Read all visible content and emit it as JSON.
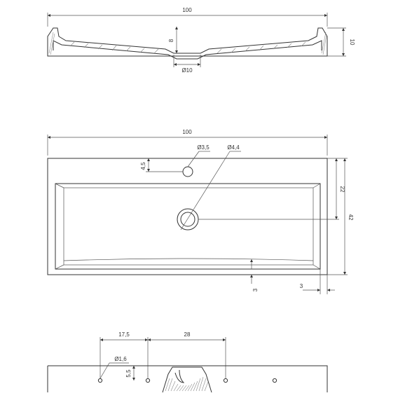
{
  "views": {
    "side_section": {
      "overall_width": "100",
      "drain_depth": "8",
      "height": "10",
      "drain_diameter": "Ø10"
    },
    "top_view": {
      "overall_width": "100",
      "tap_hole_diameter": "Ø3,5",
      "drain_diameter": "Ø4,4",
      "tap_hole_offset": "4,5",
      "inner_depth": "22",
      "overall_depth": "42",
      "front_rim": "3",
      "side_rim": "3"
    },
    "front_view": {
      "hole_spacing_left": "17,5",
      "hole_spacing_right": "28",
      "hole_diameter": "Ø1,6",
      "hole_height": "5,5"
    }
  },
  "colors": {
    "line": "#333333",
    "background": "#ffffff"
  }
}
